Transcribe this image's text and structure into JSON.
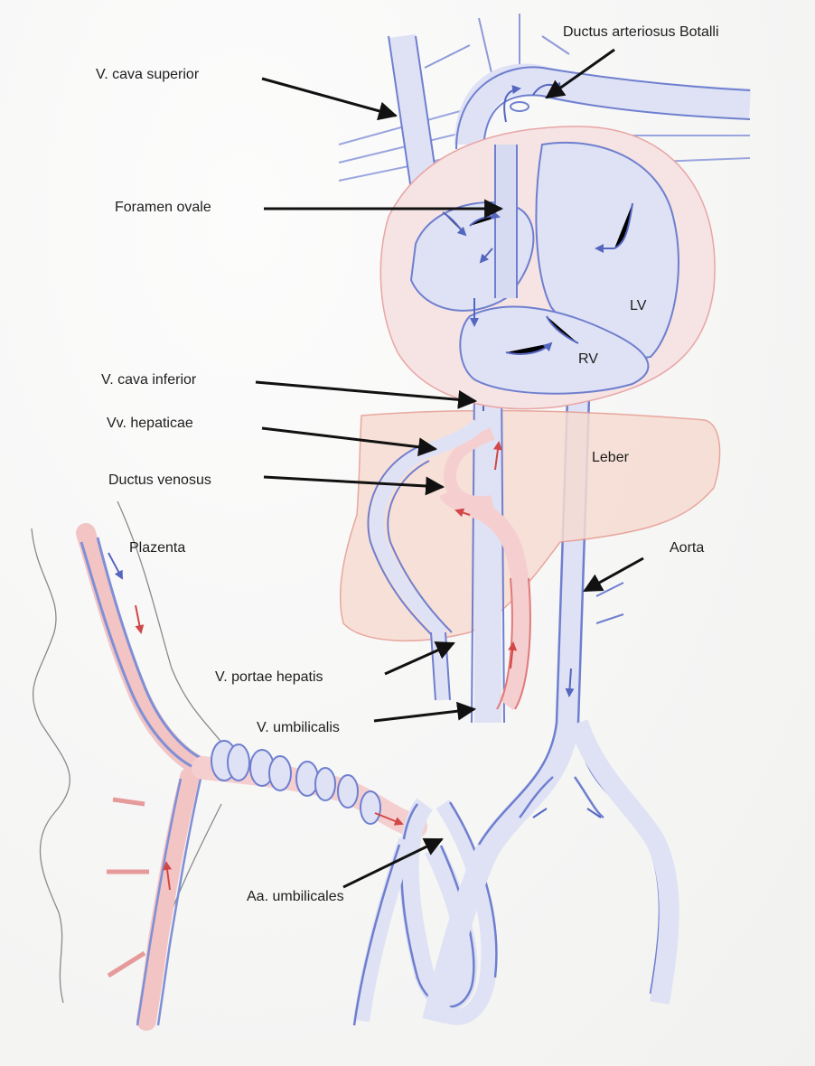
{
  "labels": {
    "ductus_arteriosus": "Ductus arteriosus Botalli",
    "vena_cava_superior": "V. cava superior",
    "foramen_ovale": "Foramen ovale",
    "lv": "LV",
    "rv": "RV",
    "vena_cava_inferior": "V. cava inferior",
    "venae_hepaticae": "Vv. hepaticae",
    "leber": "Leber",
    "ductus_venosus": "Ductus venosus",
    "plazenta": "Plazenta",
    "aorta": "Aorta",
    "vena_portae": "V. portae hepatis",
    "vena_umbilicalis": "V. umbilicalis",
    "aa_umbilicales": "Aa. umbilicales"
  },
  "colors": {
    "paper": "#f5f5f4",
    "venous_blue": "#6f7fcf",
    "venous_fill": "#d6daf0",
    "arterial_red": "#e06a6a",
    "arterial_fill": "#f6cccc",
    "liver_fill": "#f7dcd2",
    "pointer": "#111111",
    "pencil": "#7a7a7a"
  }
}
